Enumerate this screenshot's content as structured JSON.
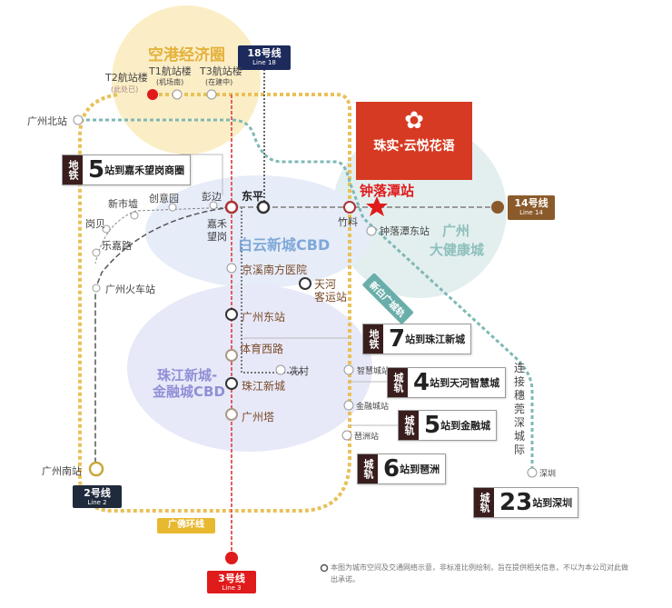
{
  "zones": {
    "airport": "空港经济圈",
    "baiyun": "白云新城CBD",
    "zhujiang_1": "珠江新城-",
    "zhujiang_2": "金融城CBD",
    "health_1": "广州",
    "health_2": "大健康城"
  },
  "lines": {
    "line18": {
      "name": "18号线",
      "en": "Line 18",
      "color": "#1d2a5c"
    },
    "line14": {
      "name": "14号线",
      "en": "Line 14",
      "color": "#8b5a2b"
    },
    "line2": {
      "name": "2号线",
      "en": "Line 2",
      "color": "#1f2a3c"
    },
    "line3": {
      "name": "3号线",
      "en": "Line 3",
      "color": "#e01b1b"
    },
    "loop": {
      "name": "广佛环线",
      "color": "#e8b830"
    },
    "xinbai": {
      "name": "新白广城轨",
      "color": "#6aaeaa"
    },
    "intercity": "连接穗莞深城际"
  },
  "stations": {
    "t2": "T2航站楼",
    "t2_sub": "(此处已)",
    "t1": "T1航站楼",
    "t1_sub": "(机场南)",
    "t3": "T3航站楼",
    "t3_sub": "(在建中)",
    "gzbei": "广州北站",
    "xinshixu": "新市墟",
    "chuangyiyuan": "创意园",
    "pengbian": "彭边",
    "dongping": "东平",
    "gangbei": "岗贝",
    "lejialu": "乐嘉路",
    "jiahe": "嘉禾\n望岗",
    "gzhuoche": "广州火车站",
    "jingxi": "京溪南方医院",
    "tianhe": "天河\n客运站",
    "gzdong": "广州东站",
    "tiyuxilu": "体育西路",
    "xiancun": "冼村",
    "zhujiangxincheng": "珠江新城",
    "gzta": "广州塔",
    "gznan": "广州南站",
    "zhuliao": "竹料",
    "zhongluotan": "钟落潭站",
    "zhongluotandong": "钟落潭东站",
    "zhihuicheng": "智慧城站",
    "jinrongcheng": "金融城站",
    "pazhou": "琶洲站",
    "shenzhen": "深圳"
  },
  "brand": {
    "name": "珠实·云悦花语",
    "color": "#d63a22"
  },
  "callouts": [
    {
      "tag": "地铁",
      "num": "5",
      "text": "站到嘉禾望岗商圈"
    },
    {
      "tag": "地铁",
      "num": "7",
      "text": "站到珠江新城"
    },
    {
      "tag": "城轨",
      "num": "4",
      "text": "站到天河智慧城"
    },
    {
      "tag": "城轨",
      "num": "5",
      "text": "站到金融城"
    },
    {
      "tag": "城轨",
      "num": "6",
      "text": "站到琶洲"
    },
    {
      "tag": "城轨",
      "num": "23",
      "text": "站到深圳"
    }
  ],
  "footnote": "本图为城市空间及交通网络示意，非标准比例绘制，旨在提供相关信息，不以为本公司对此做出承诺。"
}
